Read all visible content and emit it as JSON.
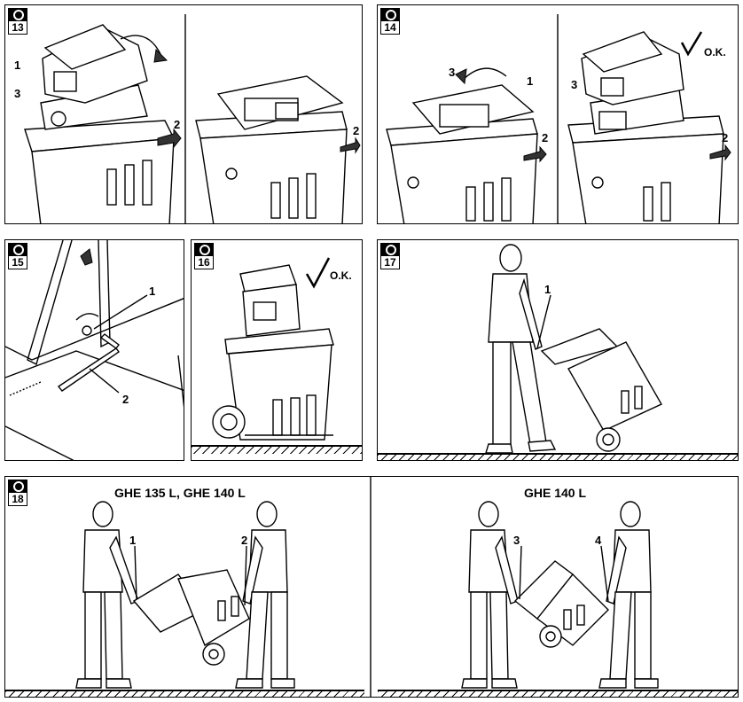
{
  "panels": {
    "p13": {
      "number": "13",
      "labels": [
        "1",
        "3",
        "2",
        "2"
      ]
    },
    "p14": {
      "number": "14",
      "labels": [
        "3",
        "1",
        "2",
        "3",
        "2"
      ],
      "ok": "O.K."
    },
    "p15": {
      "number": "15",
      "labels": [
        "1",
        "2"
      ]
    },
    "p16": {
      "number": "16",
      "ok": "O.K."
    },
    "p17": {
      "number": "17",
      "labels": [
        "1"
      ]
    },
    "p18": {
      "number": "18",
      "title_left": "GHE 135 L, GHE 140 L",
      "title_right": "GHE 140 L",
      "labels": [
        "1",
        "2",
        "3",
        "4"
      ]
    }
  }
}
